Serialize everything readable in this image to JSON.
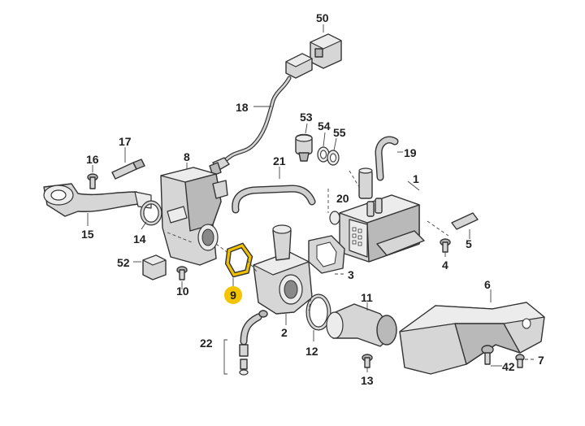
{
  "diagram": {
    "highlight_color": "#f5c400",
    "part_fill": "#d6d6d6",
    "outline_color": "#333333",
    "labels": [
      {
        "id": "50",
        "text": "50"
      },
      {
        "id": "18",
        "text": "18"
      },
      {
        "id": "53",
        "text": "53"
      },
      {
        "id": "54",
        "text": "54"
      },
      {
        "id": "55",
        "text": "55"
      },
      {
        "id": "19",
        "text": "19"
      },
      {
        "id": "17",
        "text": "17"
      },
      {
        "id": "16",
        "text": "16"
      },
      {
        "id": "8",
        "text": "8"
      },
      {
        "id": "21",
        "text": "21"
      },
      {
        "id": "1",
        "text": "1"
      },
      {
        "id": "20",
        "text": "20"
      },
      {
        "id": "15",
        "text": "15"
      },
      {
        "id": "14",
        "text": "14"
      },
      {
        "id": "5",
        "text": "5"
      },
      {
        "id": "4",
        "text": "4"
      },
      {
        "id": "52",
        "text": "52"
      },
      {
        "id": "10",
        "text": "10"
      },
      {
        "id": "9",
        "text": "9"
      },
      {
        "id": "3",
        "text": "3"
      },
      {
        "id": "6",
        "text": "6"
      },
      {
        "id": "11",
        "text": "11"
      },
      {
        "id": "22",
        "text": "22"
      },
      {
        "id": "2",
        "text": "2"
      },
      {
        "id": "12",
        "text": "12"
      },
      {
        "id": "7",
        "text": "7"
      },
      {
        "id": "42",
        "text": "42"
      },
      {
        "id": "13",
        "text": "13"
      }
    ]
  }
}
